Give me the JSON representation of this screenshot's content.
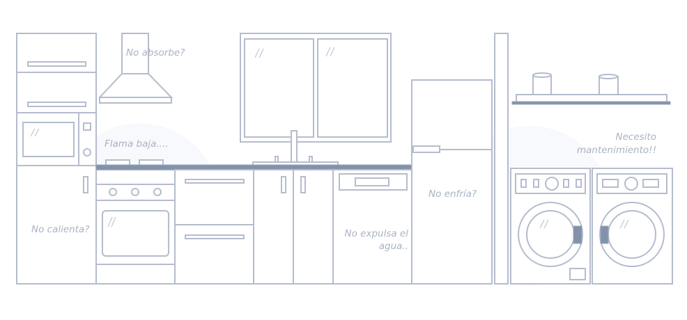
{
  "colors": {
    "line": "#b4bccd",
    "accent": "#8392aa",
    "text": "#a9b2c4",
    "glow": "#f7f9fc"
  },
  "labels": {
    "hood": "No absorbe?",
    "stove": "Flama baja....",
    "oven": "No calienta?",
    "dishwasher_1": "No expulsa el",
    "dishwasher_2": "agua..",
    "fridge": "No enfría?",
    "laundry_1": "Necesito",
    "laundry_2": "mantenimiento!!"
  }
}
